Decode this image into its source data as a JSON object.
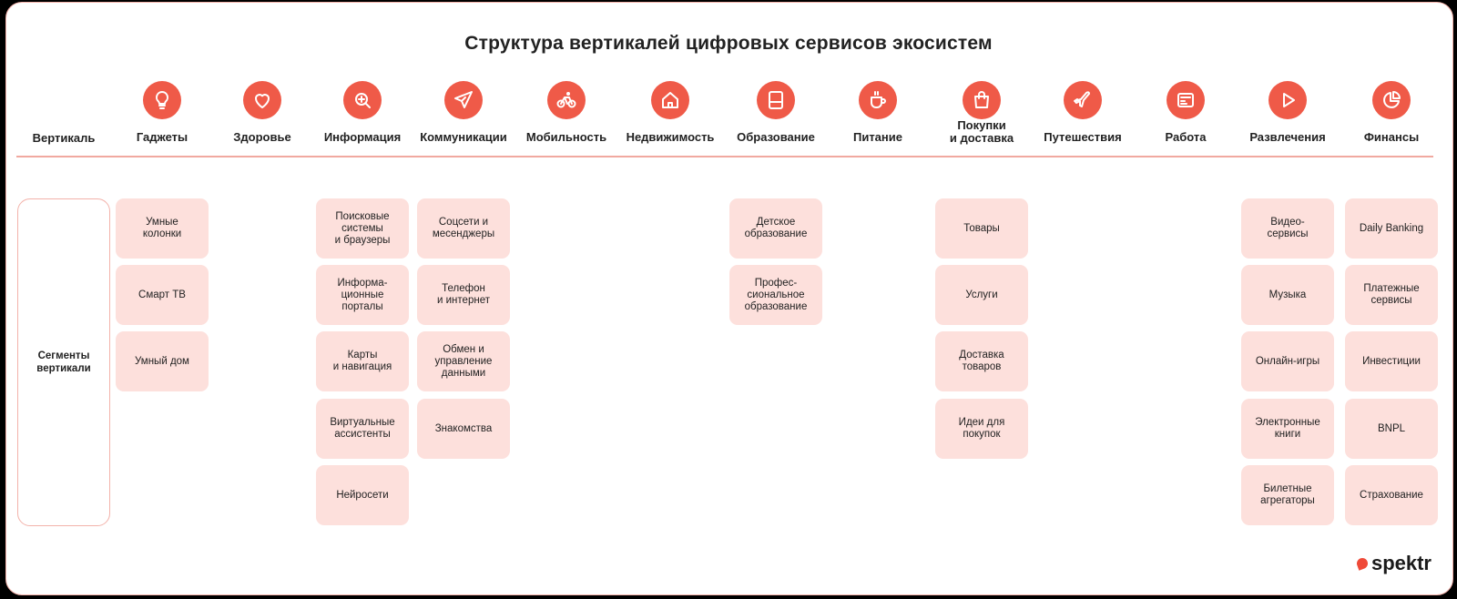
{
  "title": "Структура вертикалей цифровых сервисов экосистем",
  "row_header": "Вертикаль",
  "segment_label": "Сегменты\nвертикали",
  "brand": "spektr",
  "colors": {
    "accent": "#ef5a48",
    "card": "#fde0dc",
    "border": "#f3b2aa"
  },
  "columns": [
    {
      "label": "Гаджеты",
      "icon": "lightbulb-icon",
      "items": [
        "Умные\nколонки",
        "Смарт ТВ",
        "Умный дом"
      ]
    },
    {
      "label": "Здоровье",
      "icon": "heart-icon",
      "items": []
    },
    {
      "label": "Информация",
      "icon": "search-plus-icon",
      "items": [
        "Поисковые\nсистемы\nи браузеры",
        "Информа-\nционные\nпорталы",
        "Карты\nи навигация",
        "Виртуальные\nассистенты",
        "Нейросети"
      ]
    },
    {
      "label": "Коммуникации",
      "icon": "paper-plane-icon",
      "items": [
        "Соцсети и\nмесенджеры",
        "Телефон\nи интернет",
        "Обмен и\nуправление\nданными",
        "Знакомства"
      ]
    },
    {
      "label": "Мобильность",
      "icon": "bicycle-icon",
      "items": []
    },
    {
      "label": "Недвижимость",
      "icon": "house-icon",
      "items": []
    },
    {
      "label": "Образование",
      "icon": "book-icon",
      "items": [
        "Детское\nобразование",
        "Профес-\nсиональное\nобразование"
      ]
    },
    {
      "label": "Питание",
      "icon": "cup-icon",
      "items": []
    },
    {
      "label": "Покупки\nи доставка",
      "icon": "shopping-bag-icon",
      "items": [
        "Товары",
        "Услуги",
        "Доставка\nтоваров",
        "Идеи для\nпокупок"
      ]
    },
    {
      "label": "Путешествия",
      "icon": "airplane-icon",
      "items": []
    },
    {
      "label": "Работа",
      "icon": "id-card-icon",
      "items": []
    },
    {
      "label": "Развлечения",
      "icon": "play-icon",
      "items": [
        "Видео-\nсервисы",
        "Музыка",
        "Онлайн-игры",
        "Электронные\nкниги",
        "Билетные\nагрегаторы"
      ]
    },
    {
      "label": "Финансы",
      "icon": "pie-chart-icon",
      "items": [
        "Daily Banking",
        "Платежные\nсервисы",
        "Инвестиции",
        "BNPL",
        "Страхование"
      ]
    }
  ]
}
